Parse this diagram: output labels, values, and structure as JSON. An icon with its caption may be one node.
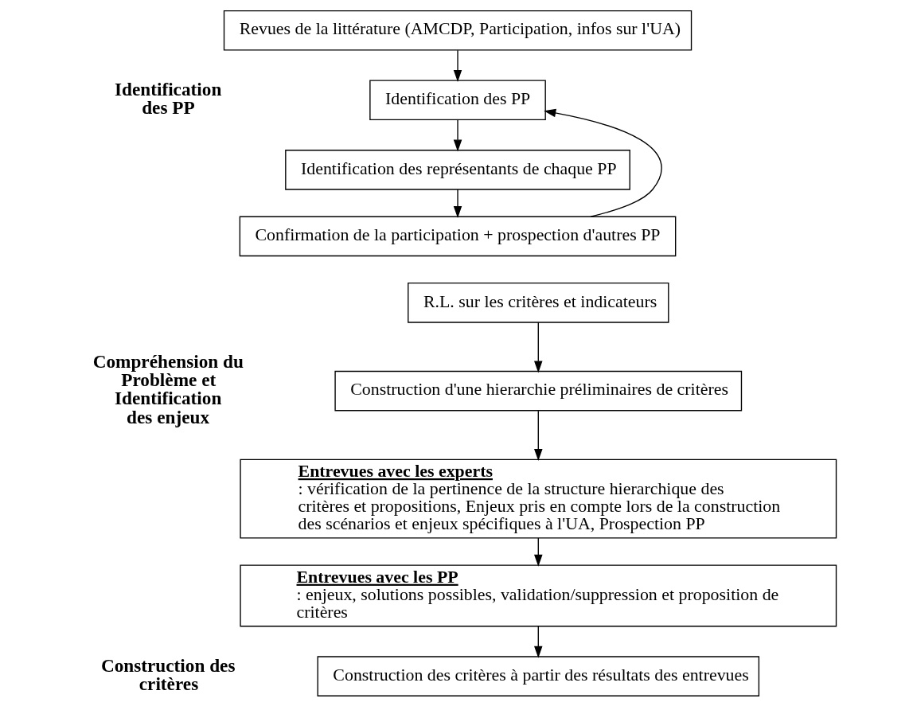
{
  "diagram": {
    "nodes": [
      {
        "text": [
          "Revues de la littérature (AMCDP, Participation, infos sur l'UA)"
        ]
      },
      {
        "text": [
          "Identification des PP"
        ]
      },
      {
        "text": [
          "Identification des représentants de chaque PP"
        ]
      },
      {
        "text": [
          "Confirmation de la participation + prospection d'autres PP"
        ]
      },
      {
        "text": [
          "R.L. sur les critères et indicateurs"
        ]
      },
      {
        "text": [
          "Construction d'une hierarchie préliminaires de critères"
        ]
      },
      {
        "text": [
          "**Entrevues avec les experts** : vérification de la pertinence de la structure hierarchique des critères et propositions,  Enjeux pris en compte lors de la construction des scénarios et enjeux spécifiques à l'UA, Prospection PP"
        ]
      },
      {
        "text": [
          "**Entrevues avec les PP** : enjeux, solutions possibles, validation/suppression et proposition de critères"
        ]
      },
      {
        "text": [
          "Construction des critères à partir des résultats des entrevues"
        ]
      }
    ],
    "edges": [
      {
        "from": 0,
        "to": 1,
        "arrow": "to"
      },
      {
        "from": 1,
        "to": 2,
        "arrow": "to"
      },
      {
        "from": 2,
        "to": 3,
        "arrow": "to"
      },
      {
        "from": 3,
        "to": 1,
        "arrow": "to"
      },
      {
        "from": 4,
        "to": 5,
        "arrow": "to"
      },
      {
        "from": 5,
        "to": 6,
        "arrow": "to"
      },
      {
        "from": 6,
        "to": 7,
        "arrow": "to"
      },
      {
        "from": 7,
        "to": 8,
        "arrow": "to"
      }
    ],
    "labels": [
      "Identification des PP",
      "Compréhension du Problème et Identification des enjeux",
      "Construction des critères"
    ]
  }
}
